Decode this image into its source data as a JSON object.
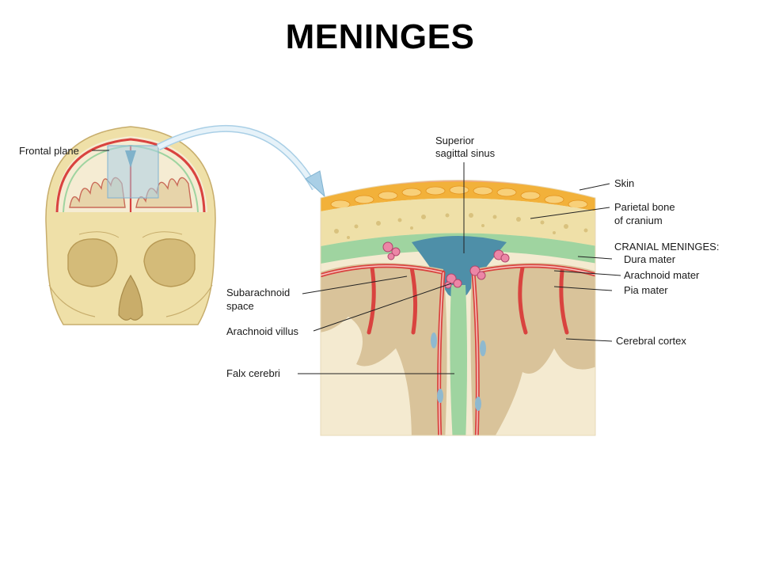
{
  "title": "MENINGES",
  "labels": {
    "frontal_plane": "Frontal plane",
    "superior_sagittal_sinus_1": "Superior",
    "superior_sagittal_sinus_2": "sagittal sinus",
    "skin": "Skin",
    "parietal_bone_1": "Parietal bone",
    "parietal_bone_2": "of cranium",
    "cranial_meninges": "CRANIAL MENINGES:",
    "dura_mater": "Dura mater",
    "arachnoid_mater": "Arachnoid mater",
    "pia_mater": "Pia mater",
    "cerebral_cortex": "Cerebral cortex",
    "subarachnoid_space_1": "Subarachnoid",
    "subarachnoid_space_2": "space",
    "arachnoid_villus": "Arachnoid villus",
    "falx_cerebri": "Falx cerebri"
  },
  "colors": {
    "bone": "#efe0a8",
    "bone_shade": "#d9c27e",
    "skin": "#f1a77a",
    "fat": "#f2b13a",
    "dura": "#9fd4a0",
    "sinus": "#4e8fa8",
    "vessel": "#d9433f",
    "cortex": "#d9c39a",
    "white_matter": "#f4ead0",
    "frontal_box": "#a9cfe6"
  }
}
